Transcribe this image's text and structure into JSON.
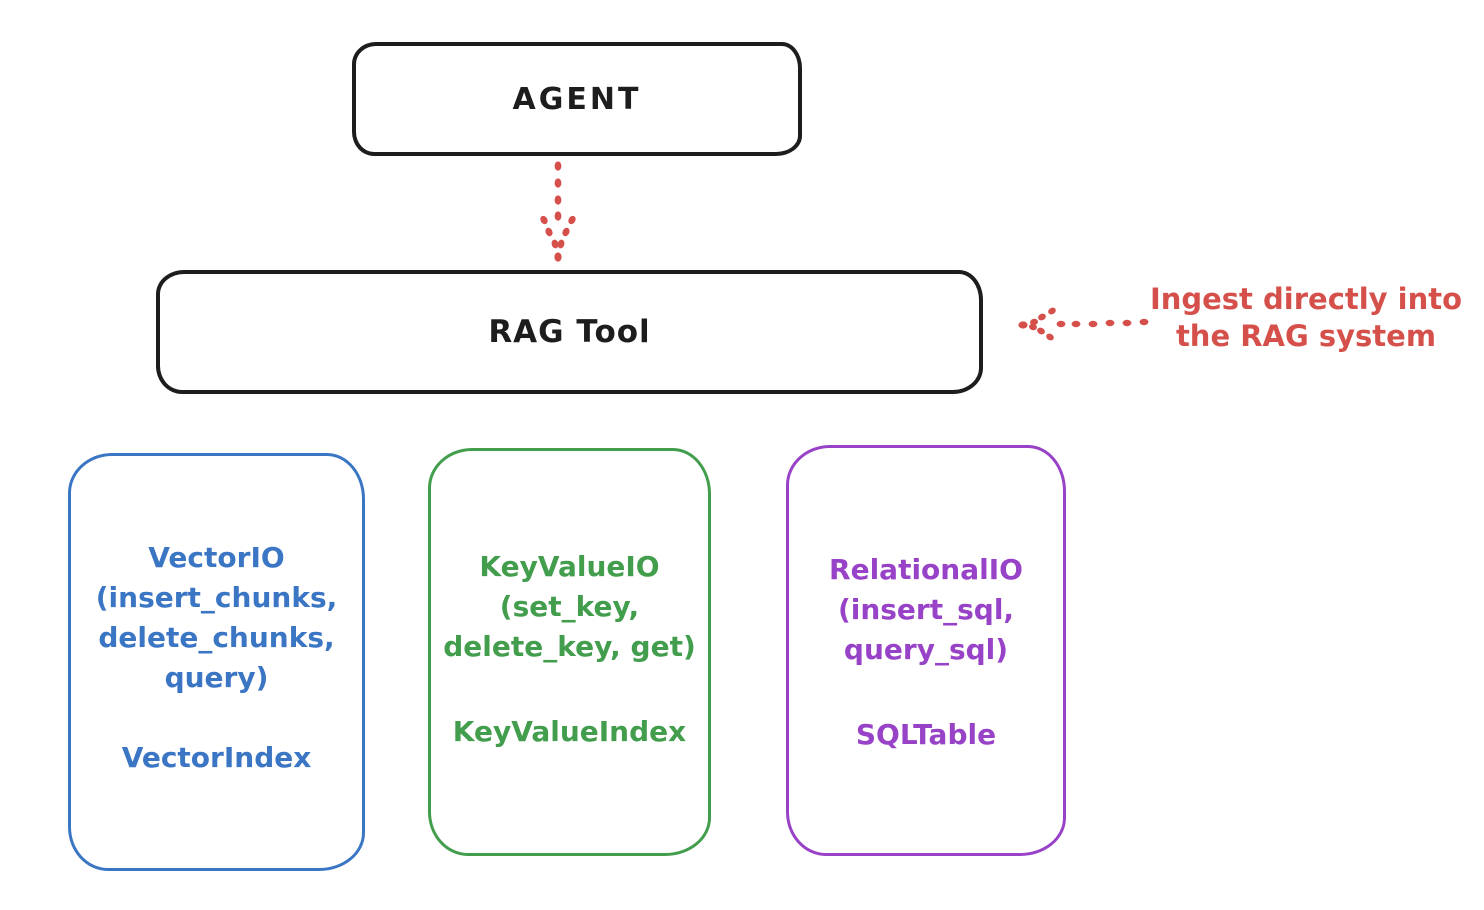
{
  "diagram": {
    "agent_box": {
      "label": "AGENT"
    },
    "rag_tool_box": {
      "label": "RAG Tool"
    },
    "annotation": {
      "line1": "Ingest directly into",
      "line2": "the RAG system"
    },
    "arrows": [
      {
        "name": "agent-to-rag-tool",
        "style": "dotted",
        "direction": "down"
      },
      {
        "name": "ingest-into-rag",
        "style": "dotted",
        "direction": "left"
      }
    ],
    "backends": [
      {
        "id": "vector",
        "lines": [
          "VectorIO",
          "(insert_chunks,",
          "delete_chunks,",
          "query)"
        ],
        "index_label": "VectorIndex",
        "color": "#3b76c4"
      },
      {
        "id": "keyvalue",
        "lines": [
          "KeyValueIO",
          "(set_key,",
          "delete_key, get)"
        ],
        "index_label": "KeyValueIndex",
        "color": "#429e4d"
      },
      {
        "id": "relational",
        "lines": [
          "RelationalIO",
          "(insert_sql,",
          "query_sql)"
        ],
        "index_label": "SQLTable",
        "color": "#9842c8"
      }
    ]
  },
  "colors": {
    "ink": "#1d1d1d",
    "annotation_red": "#d6504b",
    "vector_blue": "#3b76c4",
    "keyvalue_green": "#429e4d",
    "relational_purple": "#9842c8",
    "background": "#ffffff"
  }
}
